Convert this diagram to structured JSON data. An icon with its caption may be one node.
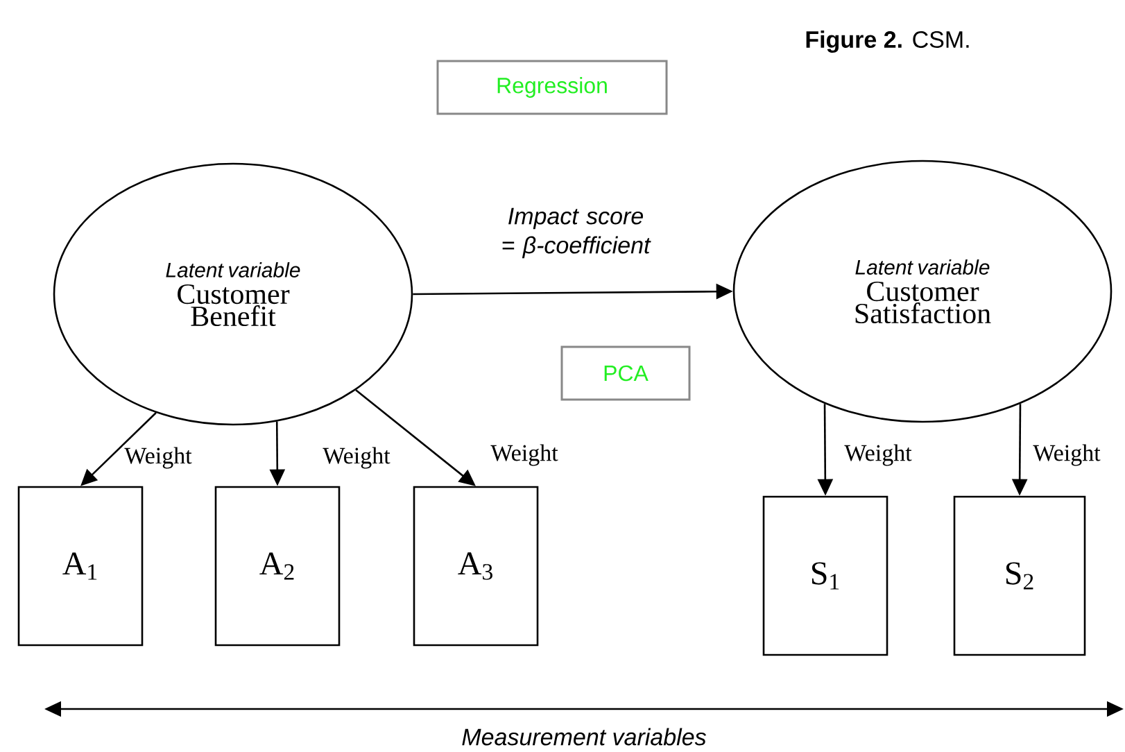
{
  "diagram": {
    "title": "**Figure 2.** CSM.",
    "nodes": [
      {
        "text": [
          "Latent variable",
          "Customer Benefit"
        ]
      },
      {
        "text": [
          "Latent variable",
          "Customer Satisfaction"
        ]
      },
      {
        "text": [
          "A$_{1}$"
        ]
      },
      {
        "text": [
          "A$_{2}$"
        ]
      },
      {
        "text": [
          "A$_{3}$"
        ]
      },
      {
        "text": [
          "S$_{1}$"
        ]
      },
      {
        "text": [
          "S$_{2}$"
        ]
      },
      {
        "text": [
          "Regression"
        ]
      },
      {
        "text": [
          "PCA"
        ]
      }
    ],
    "edges": [
      {
        "from": 0,
        "to": 1,
        "arrow": "to",
        "label": "Impact score = β-coefficient"
      },
      {
        "from": 0,
        "to": 2,
        "arrow": "to",
        "label": "Weight"
      },
      {
        "from": 0,
        "to": 3,
        "arrow": "to",
        "label": "Weight"
      },
      {
        "from": 0,
        "to": 4,
        "arrow": "to",
        "label": "Weight"
      },
      {
        "from": 1,
        "to": 5,
        "arrow": "to",
        "label": "Weight"
      },
      {
        "from": 1,
        "to": 6,
        "arrow": "to",
        "label": "Weight"
      }
    ],
    "labels": [
      "Measurement variables"
    ]
  }
}
